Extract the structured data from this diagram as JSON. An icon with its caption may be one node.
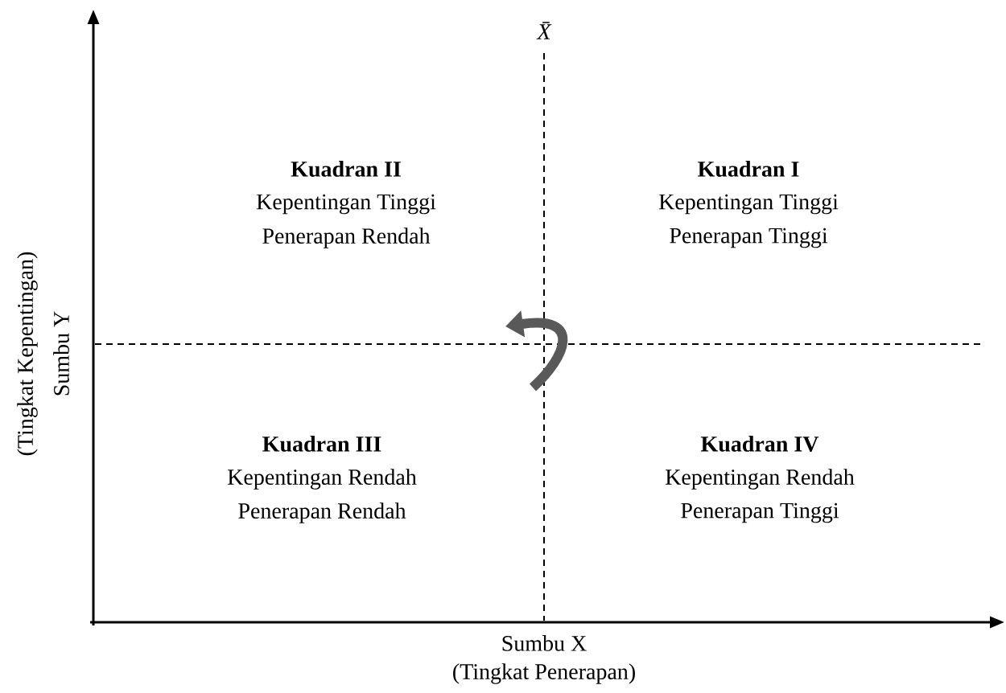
{
  "diagram": {
    "labels": [
      "X̄",
      "Kuadran II",
      "Kepentingan Tinggi",
      "Penerapan Rendah",
      "Kuadran I",
      "Kepentingan Tinggi",
      "Penerapan Tinggi",
      "Kuadran III",
      "Kepentingan Rendah",
      "Penerapan Rendah",
      "Kuadran IV",
      "Kepentingan Rendah",
      "Penerapan Tinggi",
      "Sumbu X",
      "(Tingkat Penerapan)",
      "(Tingkat Kepentingan)",
      "Sumbu Y"
    ]
  }
}
